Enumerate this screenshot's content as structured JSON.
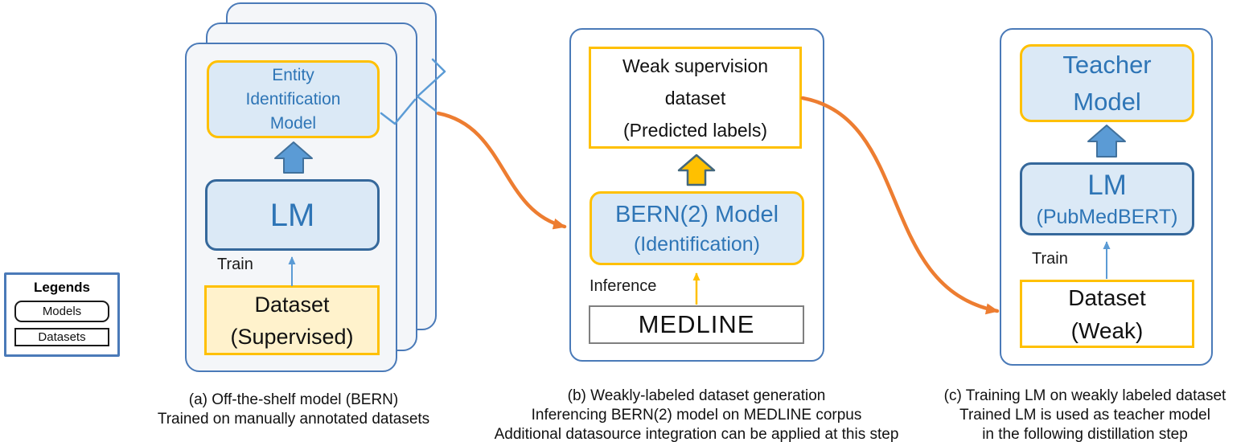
{
  "legend": {
    "title": "Legends",
    "models_label": "Models",
    "datasets_label": "Datasets"
  },
  "panel_a": {
    "entity_box": {
      "line1": "Entity",
      "line2": "Identification",
      "line3": "Model"
    },
    "lm_box": {
      "label": "LM"
    },
    "train_label": "Train",
    "dataset_box": {
      "line1": "Dataset",
      "line2": "(Supervised)"
    },
    "caption": {
      "line1": "(a) Off-the-shelf model (BERN)",
      "line2": "Trained on manually annotated datasets"
    }
  },
  "panel_b": {
    "weak_dataset_box": {
      "line1": "Weak supervision",
      "line2": "dataset",
      "line3": "(Predicted labels)"
    },
    "bern_box": {
      "line1": "BERN(2) Model",
      "line2": "(Identification)"
    },
    "inference_label": "Inference",
    "medline_box": {
      "label": "MEDLINE"
    },
    "caption": {
      "line1": "(b) Weakly-labeled dataset generation",
      "line2": "Inferencing BERN(2) model on MEDLINE corpus",
      "line3": "Additional datasource integration can be applied at this step"
    }
  },
  "panel_c": {
    "teacher_box": {
      "line1": "Teacher",
      "line2": "Model"
    },
    "lm_box": {
      "line1": "LM",
      "line2": "(PubMedBERT)"
    },
    "train_label": "Train",
    "dataset_box": {
      "line1": "Dataset",
      "line2": "(Weak)"
    },
    "caption": {
      "line1": "(c) Training LM on weakly labeled dataset",
      "line2": "Trained LM is used as teacher model",
      "line3": "in the following distillation step"
    }
  },
  "colors": {
    "panel_border": "#4a7ab8",
    "model_fill": "#dbe9f6",
    "model_border_yellow": "#ffc000",
    "model_border_blue": "#35689b",
    "model_text": "#2e75b6",
    "dataset_fill": "#fff2cc",
    "flow_arrow_orange": "#ed7d31",
    "block_arrow_blue": "#5b9bd5",
    "block_arrow_outline": "#41719c",
    "medline_border": "#7f7f7f"
  }
}
